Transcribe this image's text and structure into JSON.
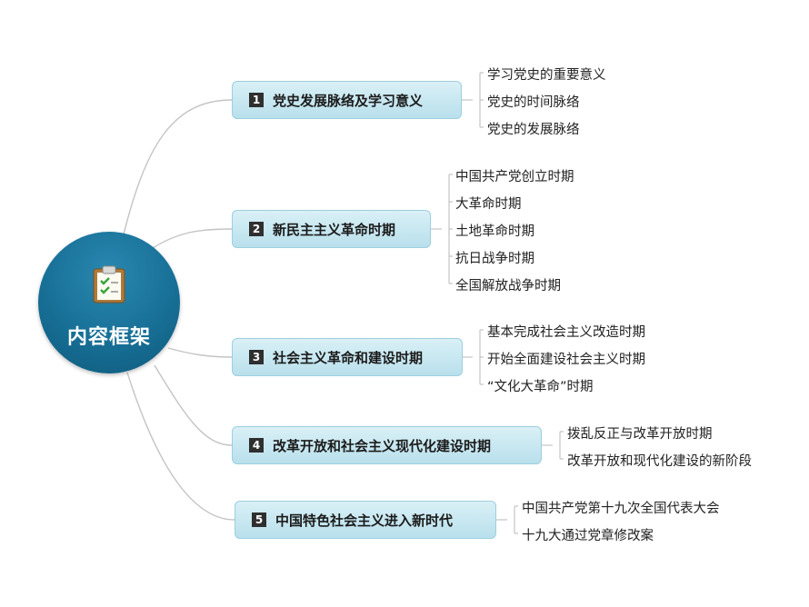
{
  "center": {
    "title": "内容框架",
    "icon": "clipboard-checklist-icon"
  },
  "branches": [
    {
      "num": "1",
      "label": "党史发展脉络及学习意义",
      "items": [
        "学习党史的重要意义",
        "党史的时间脉络",
        "党史的发展脉络"
      ]
    },
    {
      "num": "2",
      "label": "新民主主义革命时期",
      "items": [
        "中国共产党创立时期",
        "大革命时期",
        "土地革命时期",
        "抗日战争时期",
        "全国解放战争时期"
      ]
    },
    {
      "num": "3",
      "label": "社会主义革命和建设时期",
      "items": [
        "基本完成社会主义改造时期",
        "开始全面建设社会主义时期",
        "“文化大革命”时期"
      ]
    },
    {
      "num": "4",
      "label": "改革开放和社会主义现代化建设时期",
      "items": [
        "拨乱反正与改革开放时期",
        "改革开放和现代化建设的新阶段"
      ]
    },
    {
      "num": "5",
      "label": "中国特色社会主义进入新时代",
      "items": [
        "中国共产党第十九次全国代表大会",
        "十九大通过党章修改案"
      ]
    }
  ]
}
